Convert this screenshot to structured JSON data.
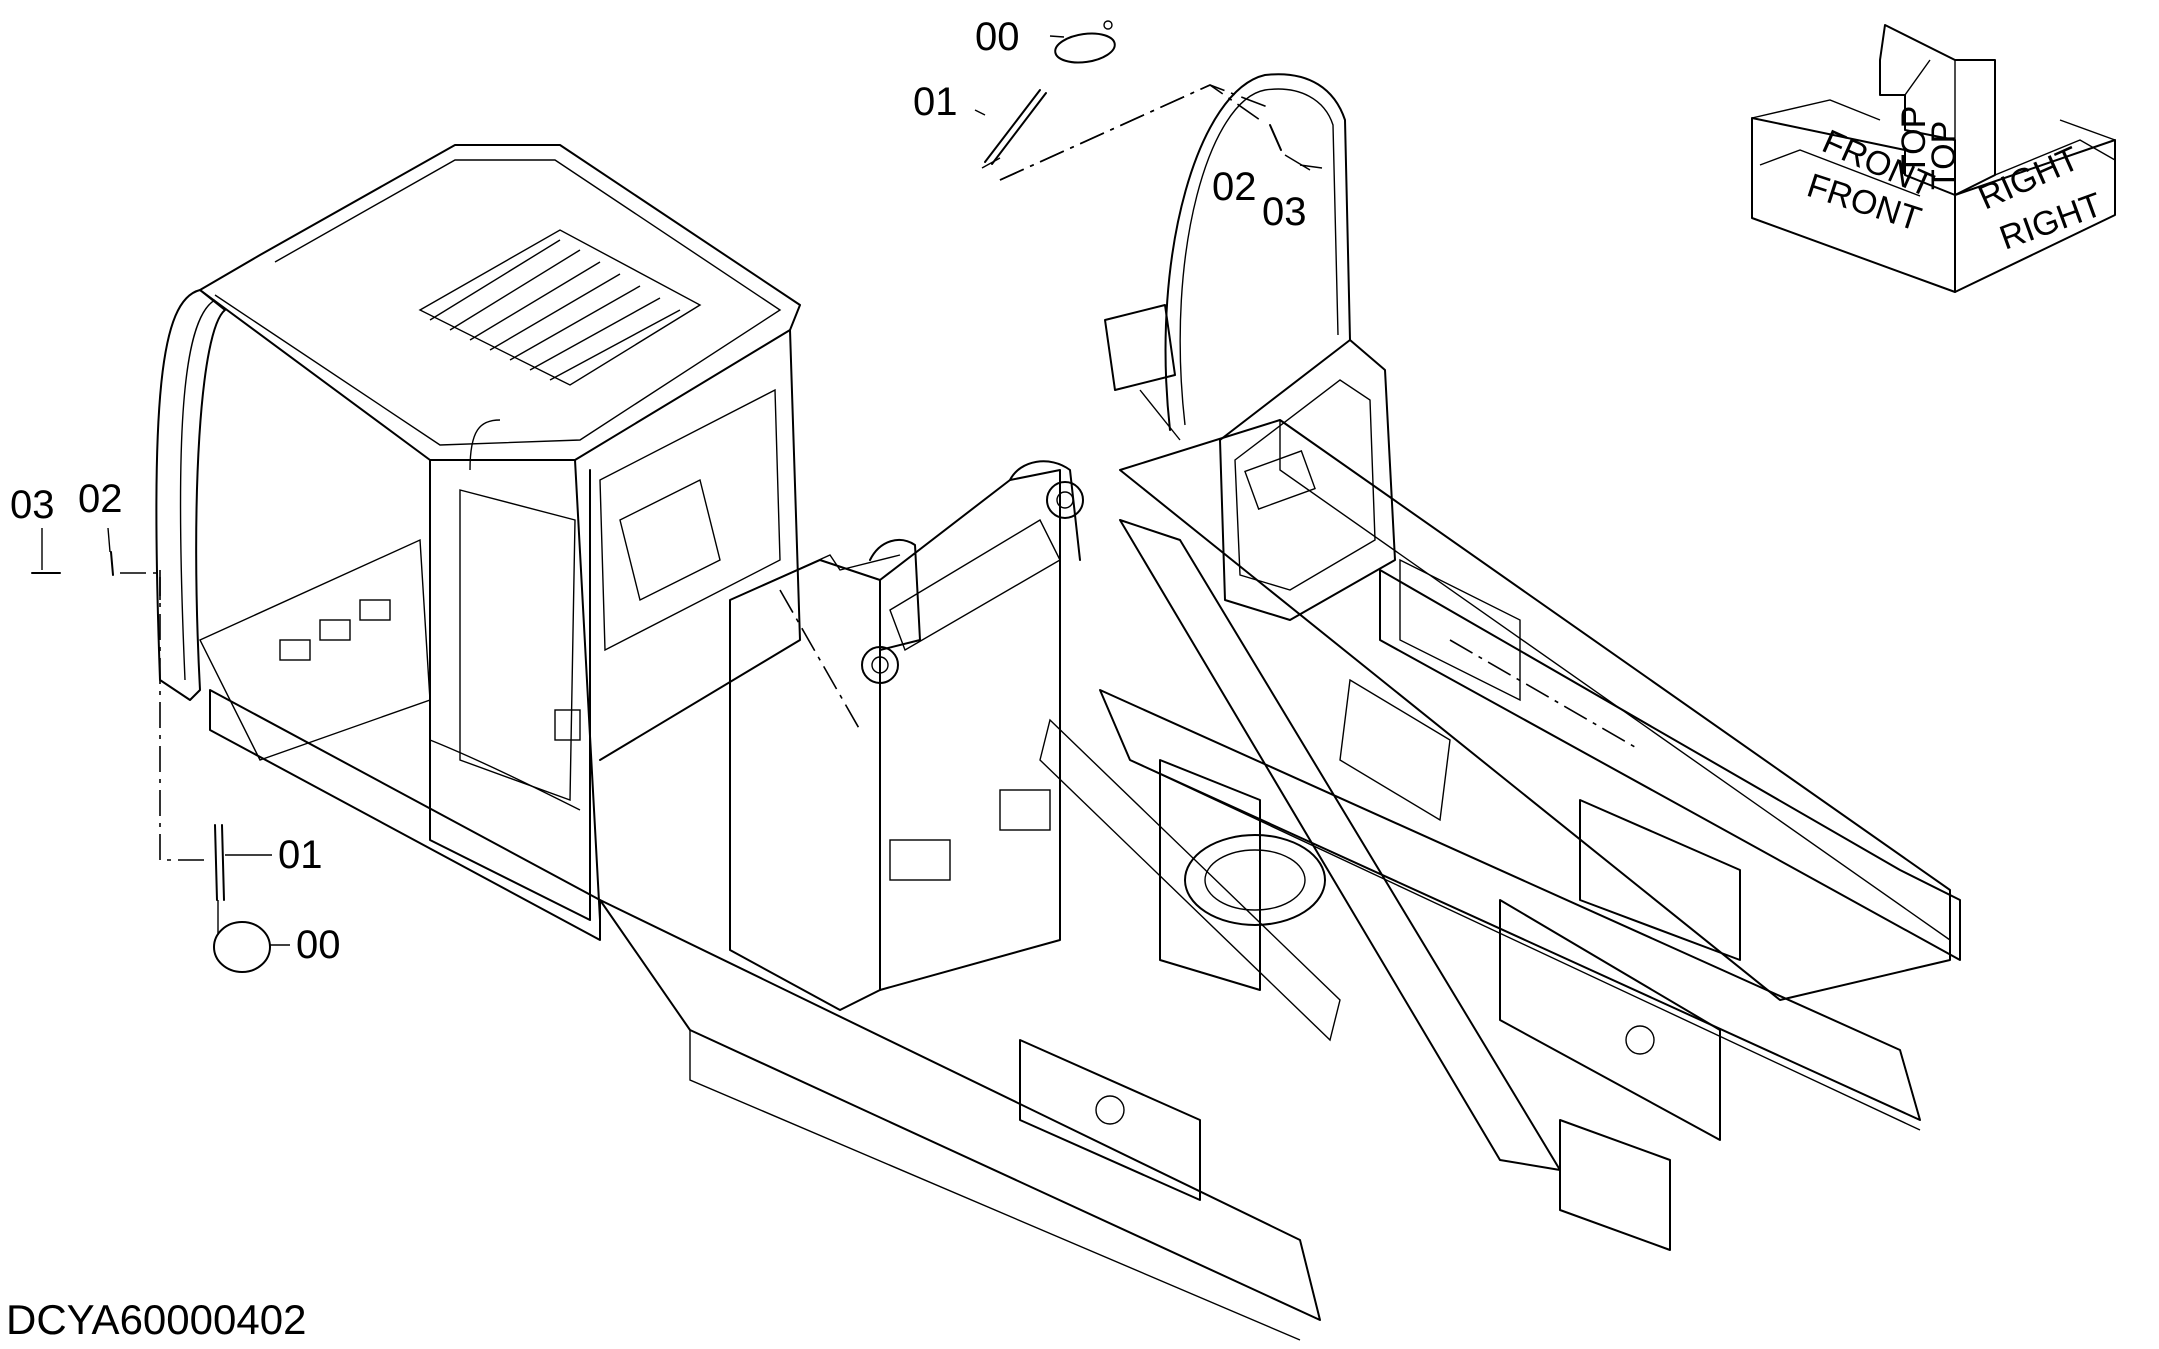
{
  "diagram": {
    "code": "DCYA60000402",
    "callouts": {
      "top_00": "00",
      "top_01": "01",
      "right_02": "02",
      "right_03": "03",
      "left_03": "03",
      "left_02": "02",
      "lower_01": "01",
      "lower_00": "00"
    },
    "orientation": {
      "top": "TOP",
      "front": "FRONT",
      "right": "RIGHT"
    }
  }
}
